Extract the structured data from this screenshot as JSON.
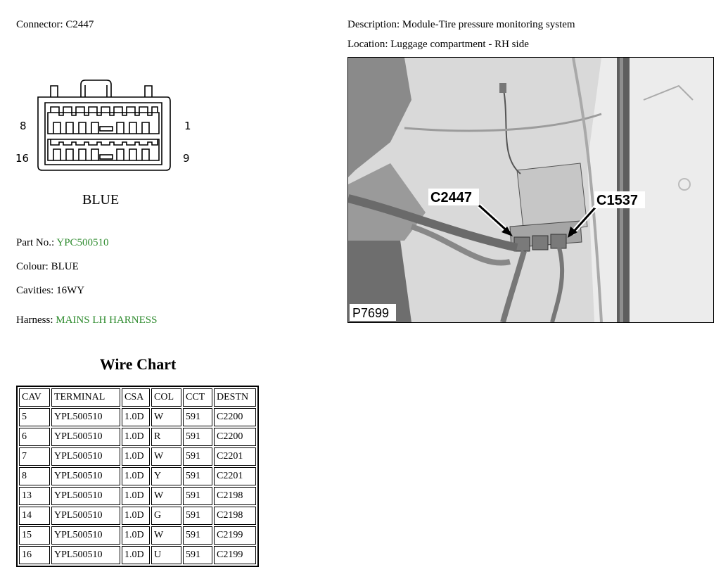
{
  "connector": {
    "label": "Connector:",
    "value": "C2447"
  },
  "description": {
    "label": "Description:",
    "value": "Module-Tire pressure monitoring system"
  },
  "location": {
    "label": "Location:",
    "value": "Luggage compartment - RH side"
  },
  "diagram": {
    "pin_top_left": "8",
    "pin_top_right": "1",
    "pin_bottom_left": "16",
    "pin_bottom_right": "9",
    "colour_label": "BLUE"
  },
  "photo": {
    "callout_left": "C2447",
    "callout_right": "C1537",
    "photo_id": "P7699"
  },
  "part_no": {
    "label": "Part No.:",
    "value": "YPC500510"
  },
  "colour": {
    "label": "Colour:",
    "value": "BLUE"
  },
  "cavities": {
    "label": "Cavities:",
    "value": "16WY"
  },
  "harness": {
    "label": "Harness:",
    "value": "MAINS LH HARNESS"
  },
  "wire_chart": {
    "title": "Wire Chart",
    "headers": [
      "CAV",
      "TERMINAL",
      "CSA",
      "COL",
      "CCT",
      "DESTN"
    ],
    "rows": [
      [
        "5",
        "YPL500510",
        "1.0D",
        "W",
        "591",
        "C2200"
      ],
      [
        "6",
        "YPL500510",
        "1.0D",
        "R",
        "591",
        "C2200"
      ],
      [
        "7",
        "YPL500510",
        "1.0D",
        "W",
        "591",
        "C2201"
      ],
      [
        "8",
        "YPL500510",
        "1.0D",
        "Y",
        "591",
        "C2201"
      ],
      [
        "13",
        "YPL500510",
        "1.0D",
        "W",
        "591",
        "C2198"
      ],
      [
        "14",
        "YPL500510",
        "1.0D",
        "G",
        "591",
        "C2198"
      ],
      [
        "15",
        "YPL500510",
        "1.0D",
        "W",
        "591",
        "C2199"
      ],
      [
        "16",
        "YPL500510",
        "1.0D",
        "U",
        "591",
        "C2199"
      ]
    ]
  },
  "colors": {
    "link_green": "#2e8b2e"
  }
}
